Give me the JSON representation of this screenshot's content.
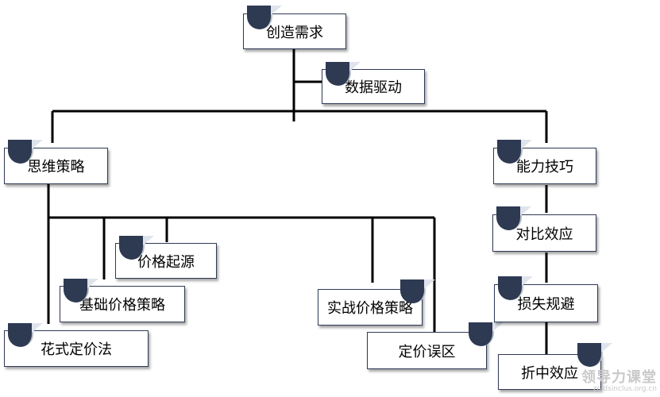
{
  "diagram": {
    "root": "创造需求",
    "data_driven": "数据驱动",
    "thinking_strategy": "思维策略",
    "ability_skills": "能力技巧",
    "price_origin": "价格起源",
    "basic_pricing": "基础价格策略",
    "fancy_pricing": "花式定价法",
    "practical_pricing": "实战价格策略",
    "pricing_mistakes": "定价误区",
    "contrast_effect": "对比效应",
    "loss_aversion": "损失规避",
    "compromise_effect": "折中效应"
  },
  "watermark": {
    "title": "领导力课堂",
    "url": "zoldsinclus.org.cn"
  },
  "colors": {
    "line": "#000000",
    "tab": "#2e3a52",
    "border": "#2f3a55"
  }
}
